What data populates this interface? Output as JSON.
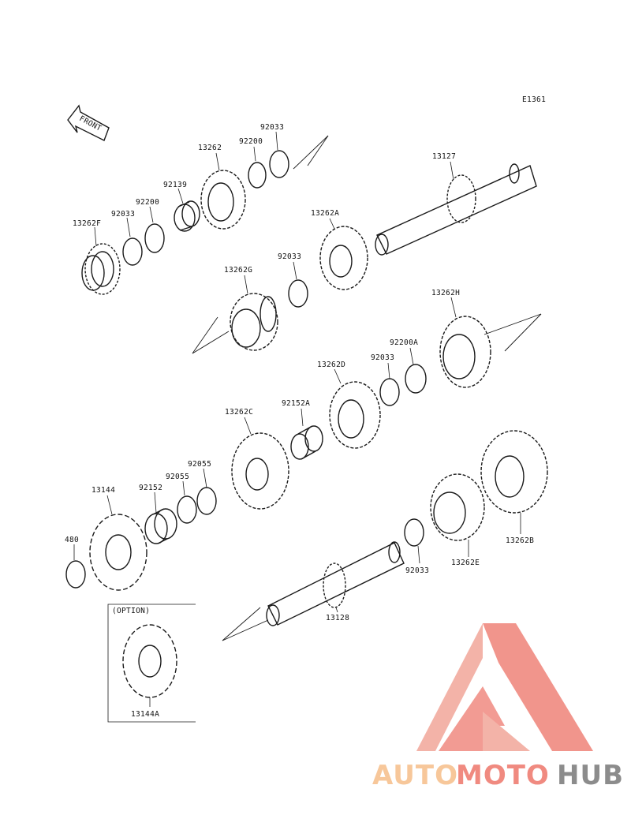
{
  "diagram_code": "E1361",
  "front_label": "FRONT",
  "option_label": "(OPTION)",
  "colors": {
    "line": "#1a1a1a",
    "watermark_main": "#f08a80",
    "watermark_outline": "#f3b3a8",
    "watermark_hub": "#8c8c8c"
  },
  "watermark": {
    "auto": "AUTO",
    "moto": "MOTO",
    "hub": "HUB"
  },
  "parts": {
    "p13262F": "13262F",
    "p92033_a": "92033",
    "p92200_a": "92200",
    "p92139": "92139",
    "p13262": "13262",
    "p92200_b": "92200",
    "p92033_b": "92033",
    "p13127": "13127",
    "p13262A": "13262A",
    "p92033_c": "92033",
    "p13262G": "13262G",
    "p13262H": "13262H",
    "p92200A": "92200A",
    "p92033_d": "92033",
    "p13262D": "13262D",
    "p92152A": "92152A",
    "p13262C": "13262C",
    "p92055_a": "92055",
    "p92055_b": "92055",
    "p92152": "92152",
    "p13144": "13144",
    "p480": "480",
    "p13262B": "13262B",
    "p13262E": "13262E",
    "p92033_e": "92033",
    "p13128": "13128",
    "p13144A": "13144A"
  }
}
